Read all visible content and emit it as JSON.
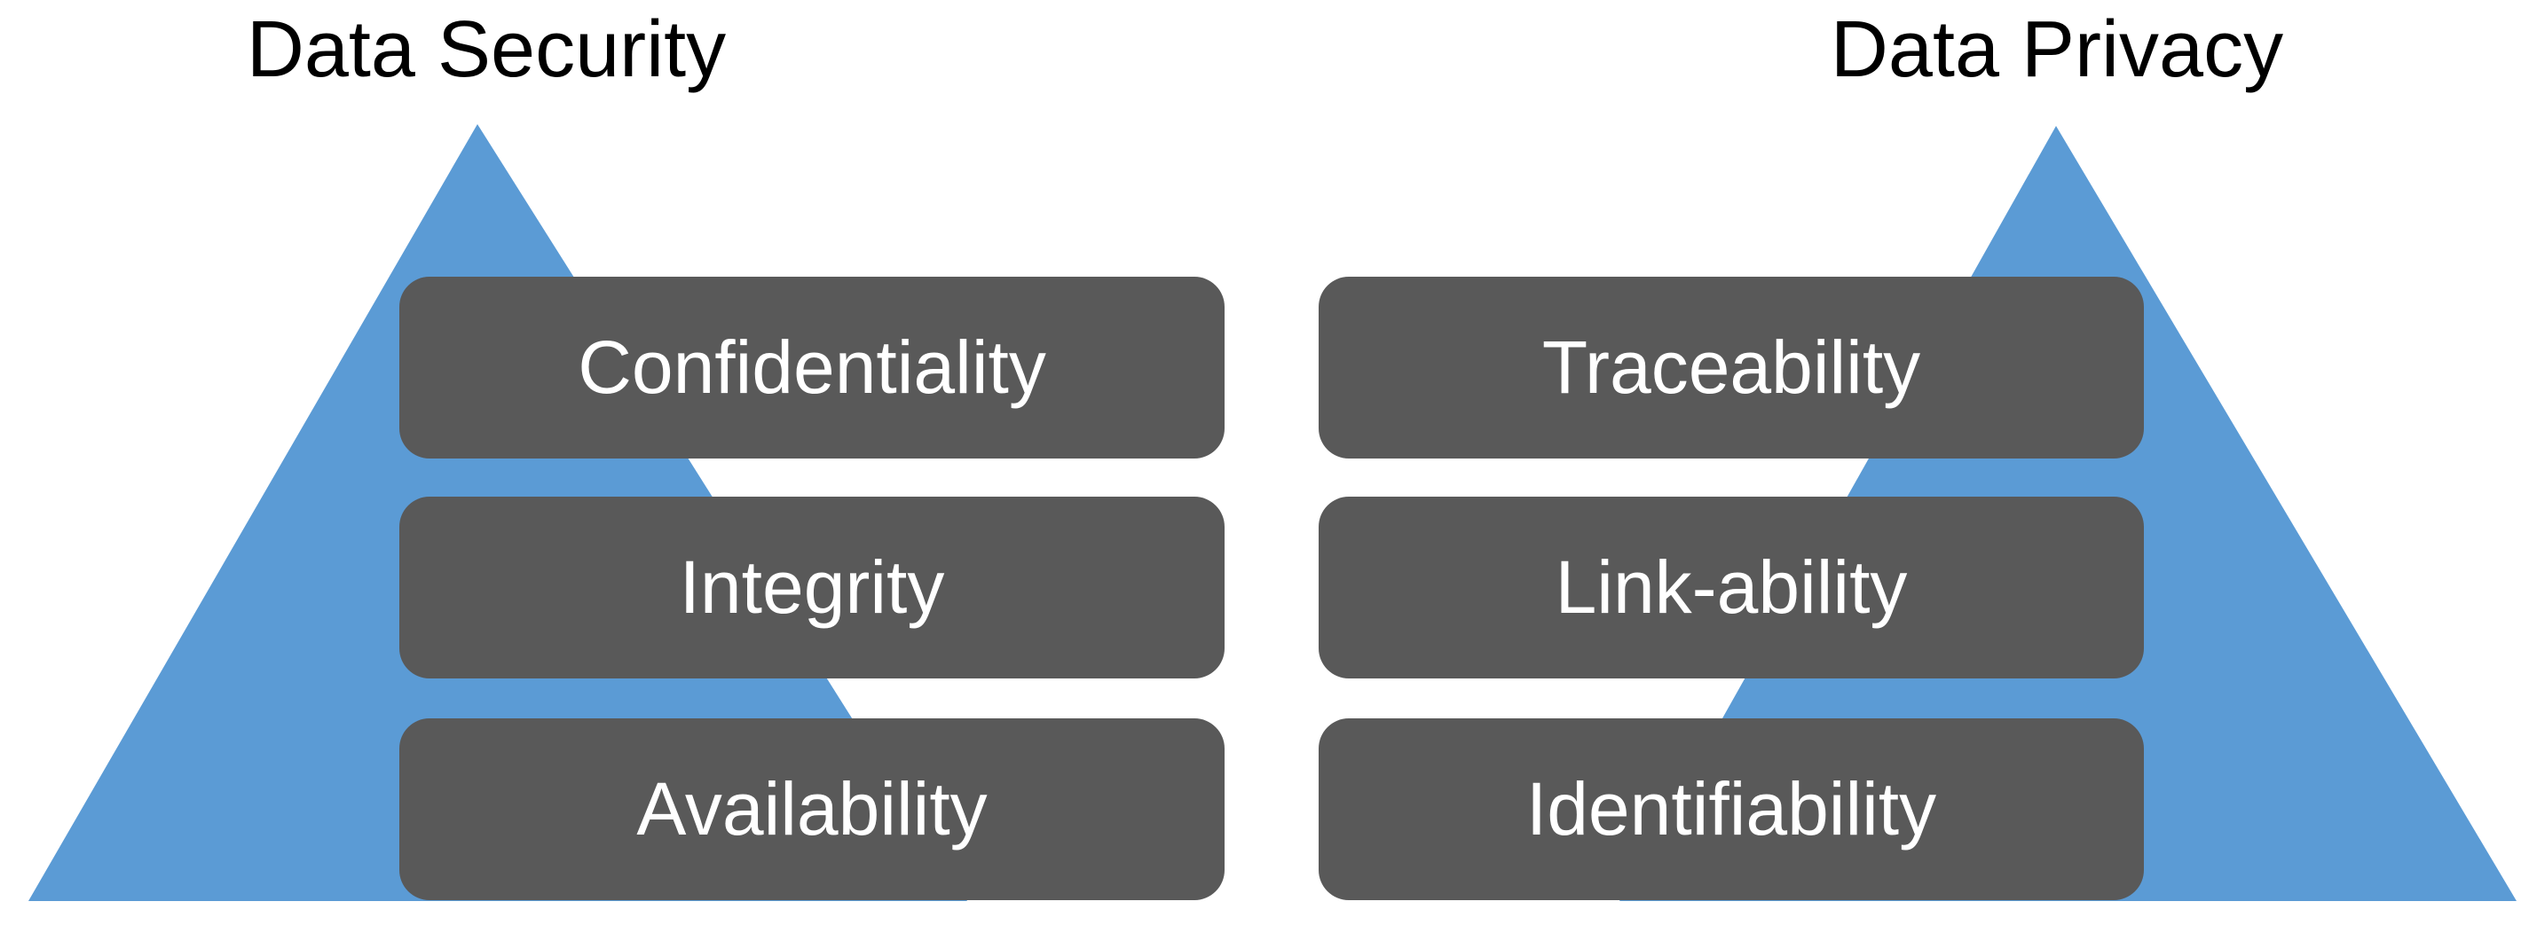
{
  "diagram": {
    "left_pyramid": {
      "title": "Data Security",
      "levels": [
        "Confidentiality",
        "Integrity",
        "Availability"
      ]
    },
    "right_pyramid": {
      "title": "Data Privacy",
      "levels": [
        "Traceability",
        "Link-ability",
        "Identifiability"
      ]
    },
    "colors": {
      "pyramid_blue": "#5B9BD5",
      "level_box_gray": "#595959",
      "title_text": "#000000",
      "level_text": "#FFFFFF",
      "background": "#FFFFFF"
    }
  }
}
